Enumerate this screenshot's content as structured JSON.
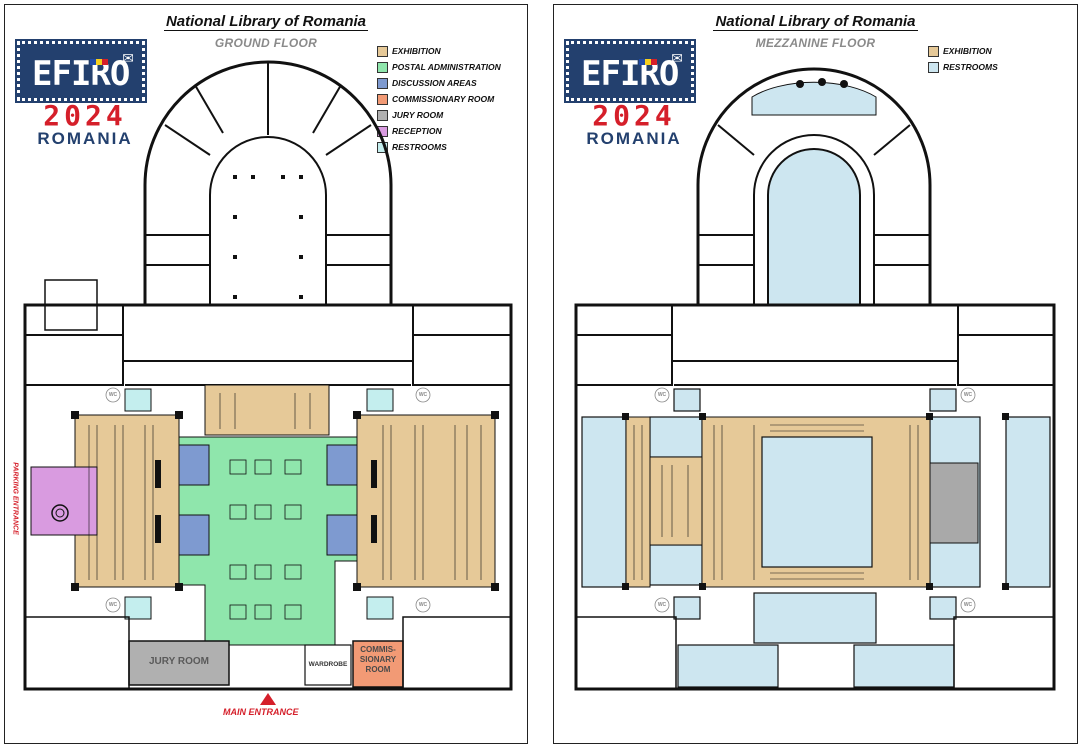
{
  "left": {
    "title": "National Library of Romania",
    "subtitle": "GROUND FLOOR",
    "legend": [
      {
        "label": "EXHIBITION",
        "color": "#e6c998"
      },
      {
        "label": "POSTAL ADMINISTRATION",
        "color": "#8fe6ac"
      },
      {
        "label": "DISCUSSION AREAS",
        "color": "#7e9ad0"
      },
      {
        "label": "COMMISSIONARY ROOM",
        "color": "#f29a75"
      },
      {
        "label": "JURY ROOM",
        "color": "#b0b0b0"
      },
      {
        "label": "RECEPTION",
        "color": "#d99be0"
      },
      {
        "label": "RESTROOMS",
        "color": "#c4eeee"
      }
    ],
    "labels": {
      "jury_room": "JURY ROOM",
      "wardrobe": "WARDROBE",
      "commissionary": "COMMIS-\nSIONARY\nROOM",
      "main_entrance": "MAIN ENTRANCE",
      "parking_entrance": "PARKING ENTRANCE",
      "wc": "WC"
    }
  },
  "right": {
    "title": "National Library of Romania",
    "subtitle": "MEZZANINE FLOOR",
    "legend": [
      {
        "label": "EXHIBITION",
        "color": "#e6c998"
      },
      {
        "label": "RESTROOMS",
        "color": "#cde6f0"
      }
    ],
    "labels": {
      "wc": "WC"
    }
  },
  "logo": {
    "stamp_text": "EFIRO",
    "year": "2024",
    "country": "ROMANIA",
    "stamp_color": "#23406e",
    "year_color": "#d51f2a",
    "flag_colors": [
      "#1f4aa8",
      "#f5cf1e",
      "#d51f2a"
    ],
    "horn_icon": "post-horn-icon"
  },
  "colors": {
    "wall": "#111111",
    "exhibition": "#e6c998",
    "postal": "#8fe6ac",
    "discussion": "#7e9ad0",
    "commissionary": "#f29a75",
    "jury": "#b0b0b0",
    "reception": "#d99be0",
    "restroom_ground": "#c4eeee",
    "restroom_mezz": "#cde6f0",
    "entrance": "#d51f2a"
  }
}
